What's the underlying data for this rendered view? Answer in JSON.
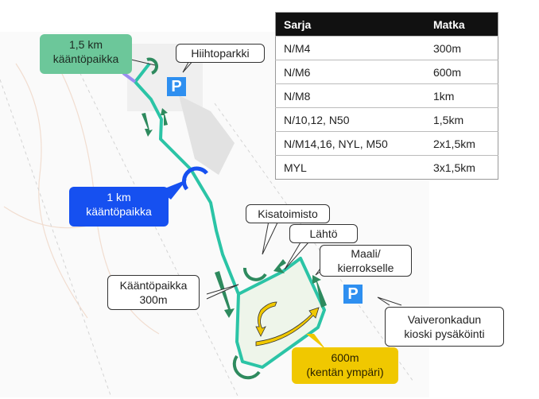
{
  "table": {
    "headers": [
      "Sarja",
      "Matka"
    ],
    "rows": [
      [
        "N/M4",
        "300m"
      ],
      [
        "N/M6",
        "600m"
      ],
      [
        "N/M8",
        "1km"
      ],
      [
        "N/10,12, N50",
        "1,5km"
      ],
      [
        "N/M14,16, NYL, M50",
        "2x1,5km"
      ],
      [
        "MYL",
        "3x1,5km"
      ]
    ]
  },
  "labels": {
    "turn_15": [
      "1,5 km",
      "kääntöpaikka"
    ],
    "parking_north": "Hiihtoparkki",
    "turn_1": [
      "1 km",
      "kääntöpaikka"
    ],
    "office": "Kisatoimisto",
    "start": "Lähtö",
    "finish": [
      "Maali/",
      "kierrokselle"
    ],
    "turn_300": [
      "Kääntöpaikka",
      "300m"
    ],
    "parking_south": [
      "Vaiveronkadun",
      "kioski pysäköinti"
    ],
    "loop_600": [
      "600m",
      "(kentän ympäri)"
    ],
    "parking_symbol": "P"
  },
  "colors": {
    "route": "#2bc4a6",
    "arrow": "#2e8a5e",
    "blue": "#1650f0",
    "yellow": "#f0c800",
    "parking": "#2e8ff0"
  }
}
